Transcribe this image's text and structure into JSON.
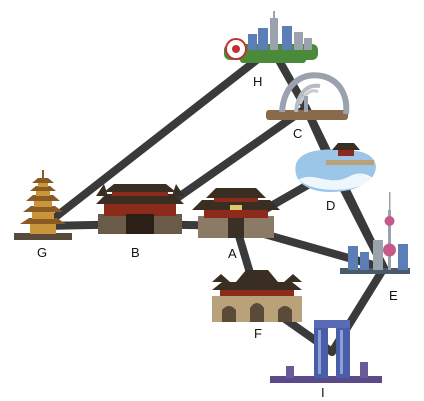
{
  "colors": {
    "edge": "#3a3a3a",
    "label": "#111111",
    "pagoda_body": "#c9953a",
    "pagoda_roof": "#8a5a22",
    "gate_roof": "#3a2e22",
    "gate_red": "#8c2a1c",
    "wall": "#b9a27a",
    "sky": "#9cc6e8",
    "glass": "#5a7eb5",
    "tower_pink": "#c55a8a",
    "steel": "#9aa3ad",
    "green": "#4a8a3a"
  },
  "nodes": [
    {
      "id": "G",
      "label": "G",
      "icon": "pagoda-icon"
    },
    {
      "id": "B",
      "label": "B",
      "icon": "ornate-gate-icon"
    },
    {
      "id": "A",
      "label": "A",
      "icon": "archway-gate-icon"
    },
    {
      "id": "H",
      "label": "H",
      "icon": "city-skyline-icon"
    },
    {
      "id": "C",
      "label": "C",
      "icon": "steel-arch-sculpture-icon"
    },
    {
      "id": "D",
      "label": "D",
      "icon": "seaside-pavilion-icon"
    },
    {
      "id": "E",
      "label": "E",
      "icon": "tv-tower-skyline-icon"
    },
    {
      "id": "F",
      "label": "F",
      "icon": "city-wall-tower-icon"
    },
    {
      "id": "I",
      "label": "I",
      "icon": "gate-tower-icon"
    }
  ],
  "edges": [
    [
      "G",
      "H"
    ],
    [
      "G",
      "B"
    ],
    [
      "B",
      "A"
    ],
    [
      "B",
      "C"
    ],
    [
      "H",
      "C"
    ],
    [
      "C",
      "D"
    ],
    [
      "C",
      "E"
    ],
    [
      "D",
      "A"
    ],
    [
      "D",
      "E"
    ],
    [
      "A",
      "E"
    ],
    [
      "A",
      "F"
    ],
    [
      "F",
      "I"
    ],
    [
      "E",
      "I"
    ]
  ]
}
